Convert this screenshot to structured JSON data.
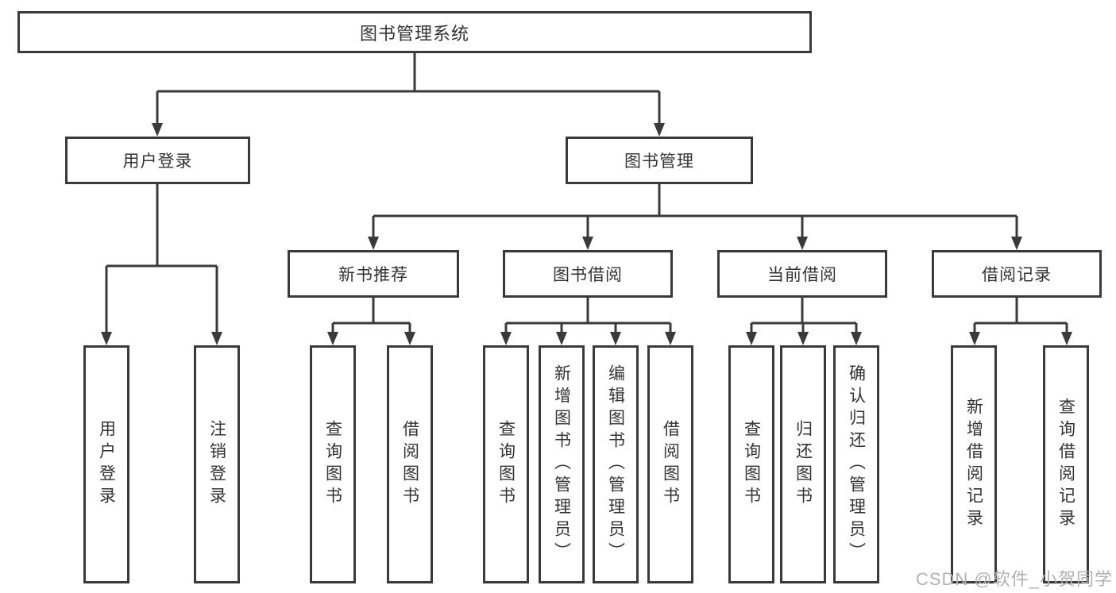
{
  "tree": {
    "label": "图书管理系统",
    "children": [
      {
        "label": "用户登录",
        "children": [
          {
            "label": "用户登录"
          },
          {
            "label": "注销登录"
          }
        ]
      },
      {
        "label": "图书管理",
        "children": [
          {
            "label": "新书推荐",
            "children": [
              {
                "label": "查询图书"
              },
              {
                "label": "借阅图书"
              }
            ]
          },
          {
            "label": "图书借阅",
            "children": [
              {
                "label": "查询图书"
              },
              {
                "label": "新增图书（管理员）"
              },
              {
                "label": "编辑图书（管理员）"
              },
              {
                "label": "借阅图书"
              }
            ]
          },
          {
            "label": "当前借阅",
            "children": [
              {
                "label": "查询图书"
              },
              {
                "label": "归还图书"
              },
              {
                "label": "确认归还（管理员）"
              }
            ]
          },
          {
            "label": "借阅记录",
            "children": [
              {
                "label": "新增借阅记录"
              },
              {
                "label": "查询借阅记录"
              }
            ]
          }
        ]
      }
    ]
  },
  "watermark": "CSDN @软件_小贺同学",
  "colors": {
    "line": "#3a3a3a",
    "text": "#333333",
    "watermark": "#b1b1b1",
    "background": "#ffffff"
  }
}
